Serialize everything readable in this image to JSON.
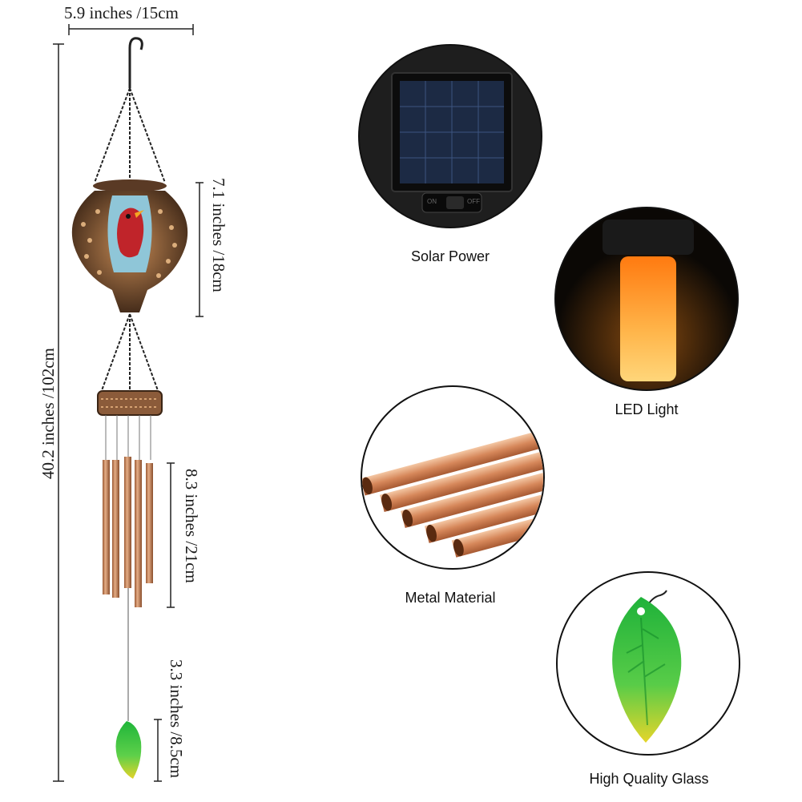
{
  "dimensions": {
    "width_label": "5.9 inches /15cm",
    "height_total_label": "40.2 inches /102cm",
    "lantern_label": "7.1 inches /18cm",
    "tubes_label": "8.3 inches /21cm",
    "leaf_label": "3.3 inches /8.5cm"
  },
  "features": [
    {
      "caption": "Solar Power",
      "icon": "solar-panel-icon"
    },
    {
      "caption": "LED Light",
      "icon": "led-flame-icon"
    },
    {
      "caption": "Metal Material",
      "icon": "copper-tubes-icon"
    },
    {
      "caption": "High Quality Glass",
      "icon": "glass-leaf-icon"
    }
  ],
  "switch": {
    "on": "ON",
    "off": "OFF"
  },
  "colors": {
    "copper": "#c98a5e",
    "leaf_green": "#3cb84a",
    "leaf_yellow": "#e0d52a",
    "cardinal_red": "#c0242a",
    "flame": "#ff9a1a"
  }
}
